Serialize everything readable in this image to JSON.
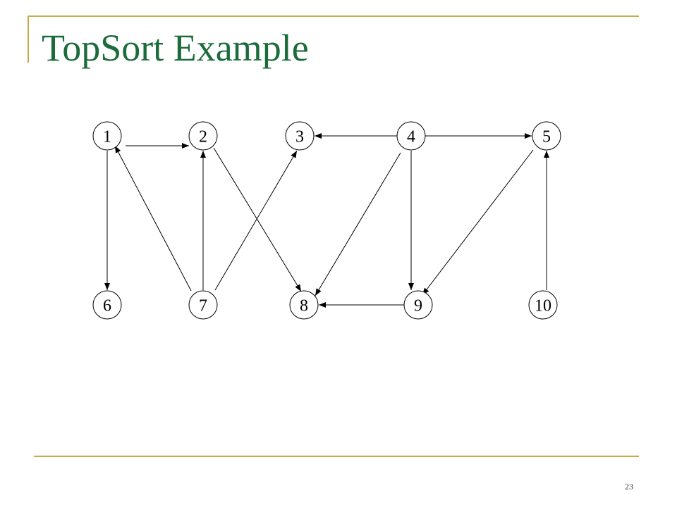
{
  "slide": {
    "title": "TopSort Example",
    "page_number": "23"
  },
  "colors": {
    "title": "#1b6b3b",
    "rule": "#c6ad4a"
  },
  "graph": {
    "nodes": [
      "1",
      "2",
      "3",
      "4",
      "5",
      "6",
      "7",
      "8",
      "9",
      "10"
    ],
    "edges": [
      {
        "from": "1",
        "to": "2"
      },
      {
        "from": "1",
        "to": "6"
      },
      {
        "from": "7",
        "to": "1"
      },
      {
        "from": "7",
        "to": "2"
      },
      {
        "from": "7",
        "to": "3"
      },
      {
        "from": "2",
        "to": "8"
      },
      {
        "from": "4",
        "to": "3"
      },
      {
        "from": "4",
        "to": "5"
      },
      {
        "from": "4",
        "to": "8"
      },
      {
        "from": "4",
        "to": "9"
      },
      {
        "from": "5",
        "to": "9"
      },
      {
        "from": "9",
        "to": "8"
      },
      {
        "from": "10",
        "to": "5"
      }
    ]
  }
}
